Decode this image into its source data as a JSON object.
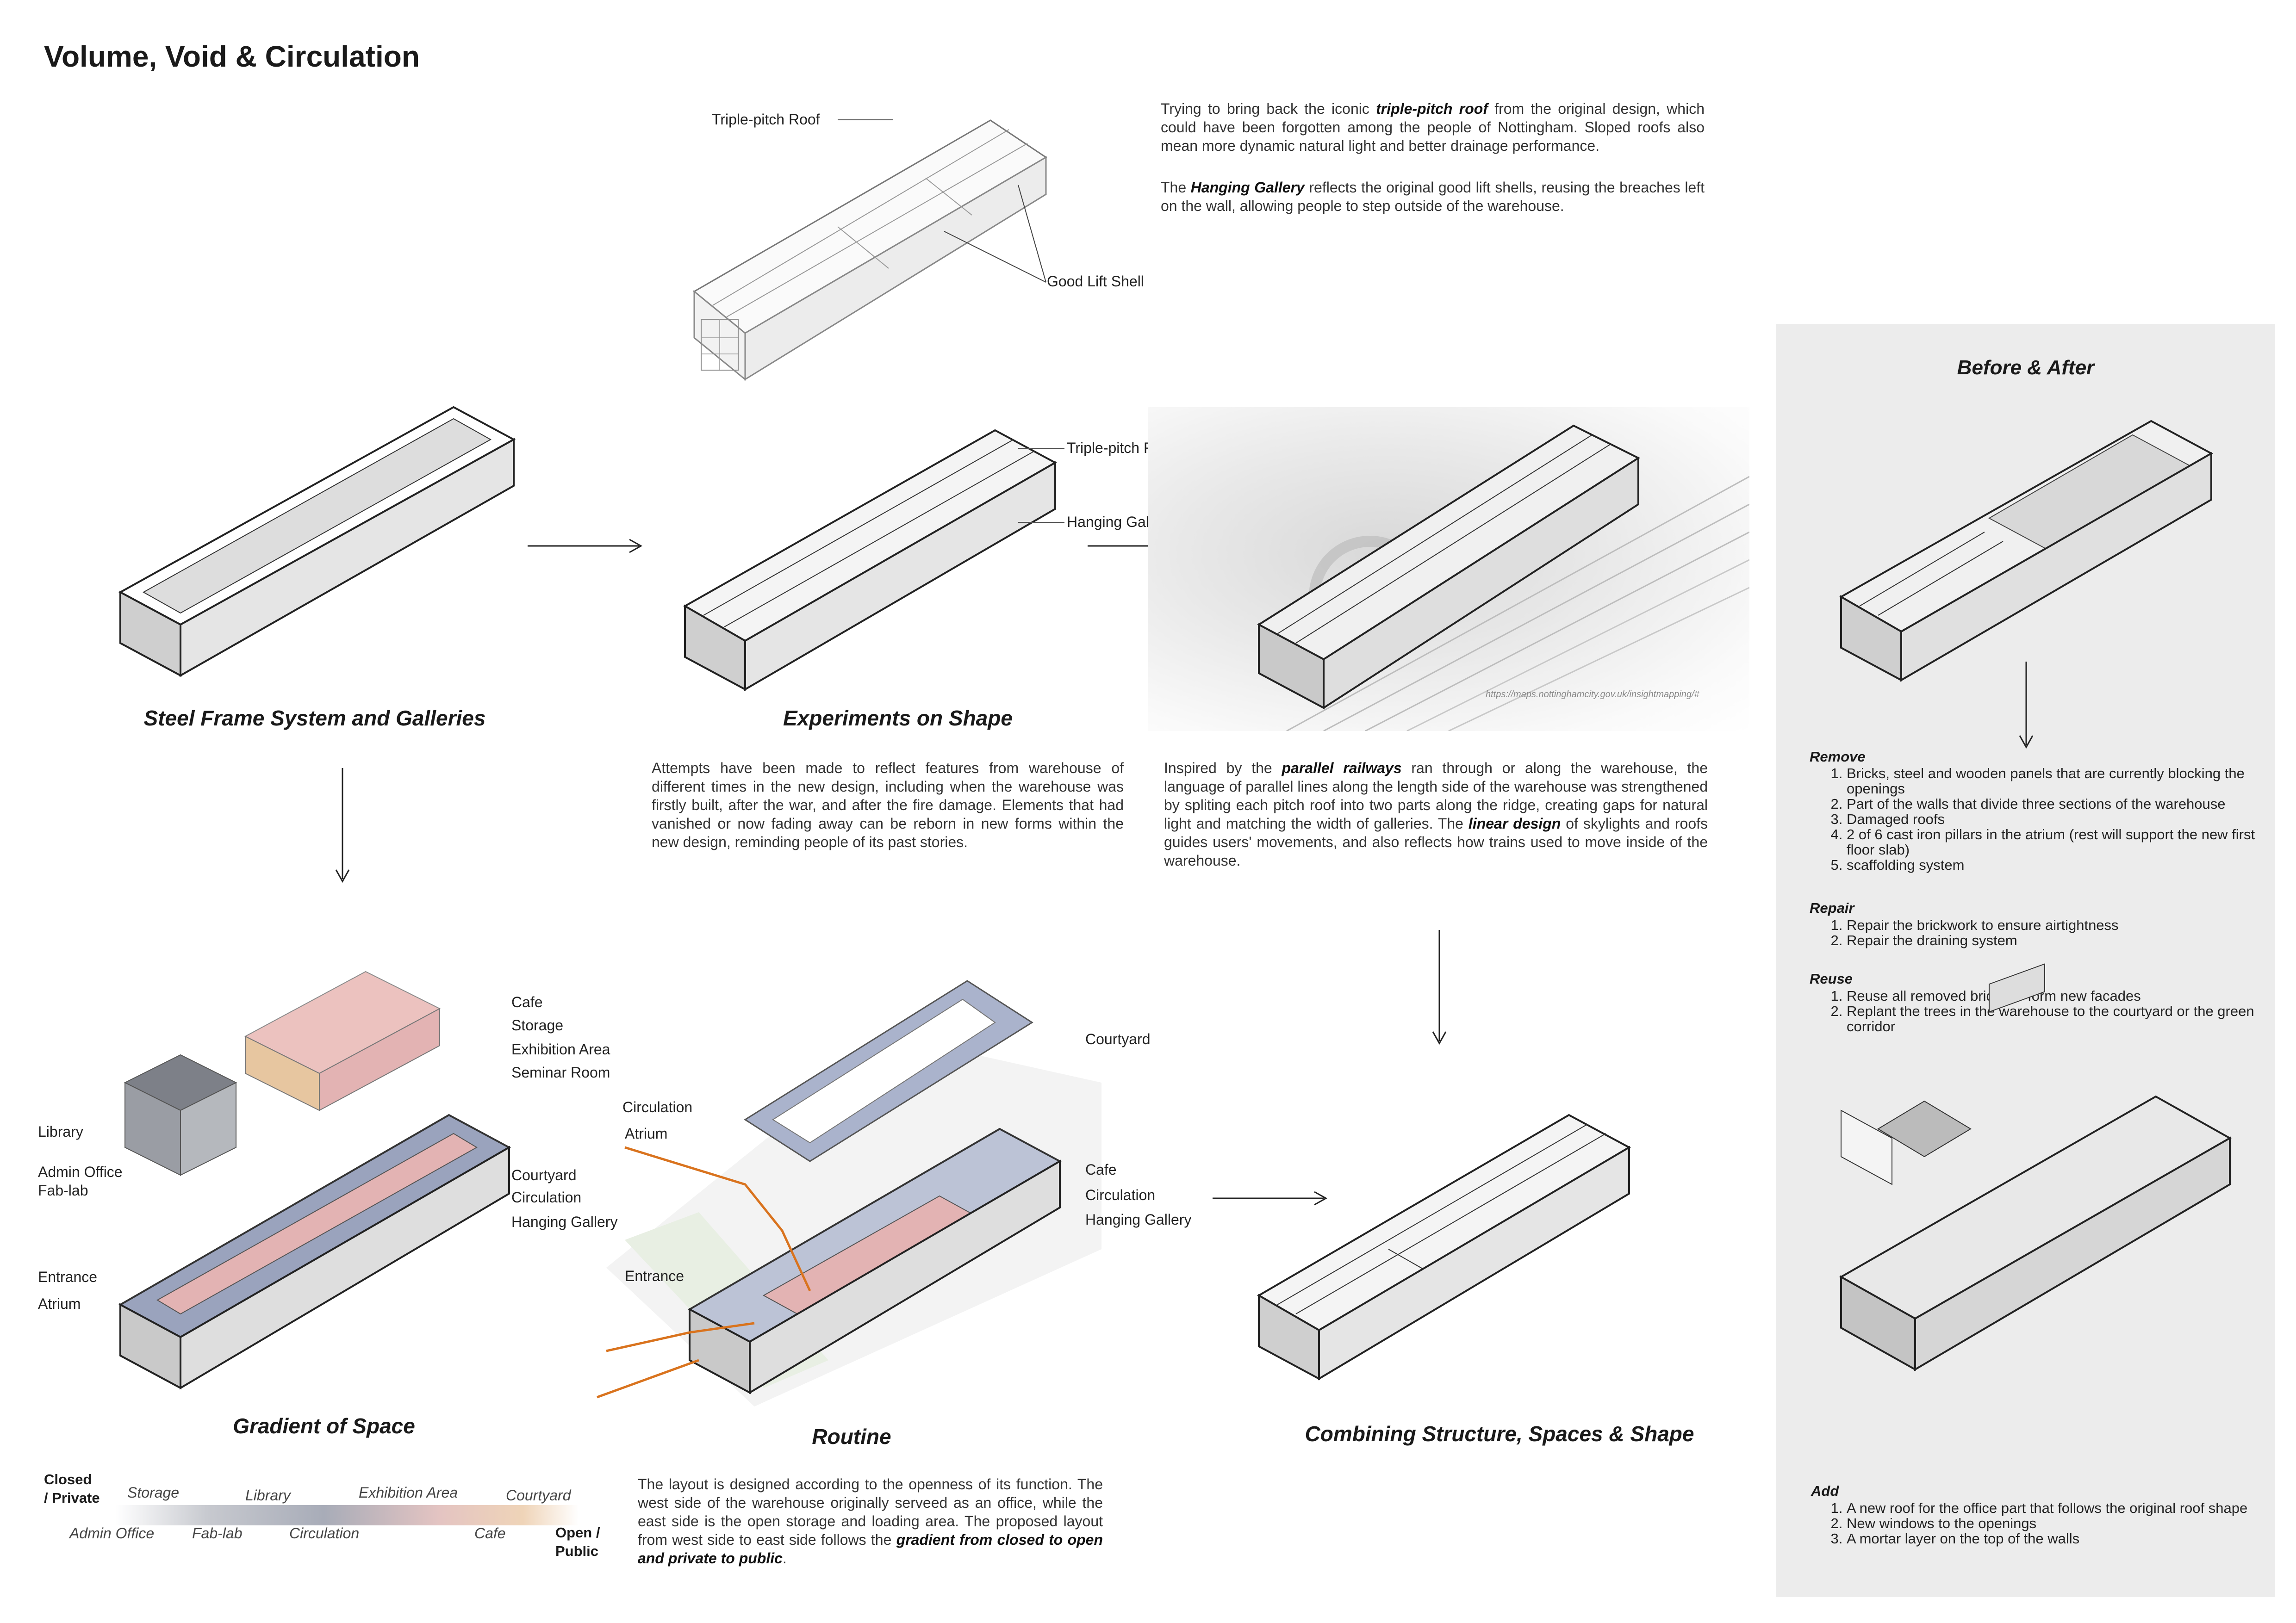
{
  "title": "Volume, Void & Circulation",
  "top_diagram": {
    "label_roof": "Triple-pitch Roof",
    "label_lift": "Good Lift Shell",
    "para1_pre": "Trying to bring back the iconic ",
    "para1_bold": "triple-pitch roof",
    "para1_post": " from the original design, which could have been forgotten among the people of Nottingham. Sloped roofs also mean more dynamic natural light and better drainage performance.",
    "para2_pre": "The ",
    "para2_bold": "Hanging Gallery",
    "para2_post": " reflects the original good lift shells, reusing the breaches left on the wall, allowing people to step outside of the warehouse."
  },
  "row1": {
    "steel_title": "Steel Frame System and Galleries",
    "shape_title": "Experiments on Shape",
    "shape_label_roof": "Triple-pitch Roof",
    "shape_label_gallery": "Hanging Gallery",
    "map_source": "https://maps.nottinghamcity.gov.uk/insightmapping/#",
    "shape_para": "Attempts have been made to reflect features from warehouse of different times in the new design, including when the warehouse was firstly built, after the war, and after the fire damage. Elements that had vanished or now fading away can be reborn in new forms within the new design, reminding people of its past stories.",
    "rail_para_pre": "Inspired by the ",
    "rail_para_bold1": "parallel railways",
    "rail_para_mid": " ran through or along the warehouse, the language of parallel lines along the length side of the warehouse was strengthened by spliting each pitch roof into two parts along the ridge, creating gaps for natural light and matching the width of galleries. The ",
    "rail_para_bold2": "linear design",
    "rail_para_post": " of skylights and roofs guides users' movements, and also reflects how trains used to move inside of the warehouse."
  },
  "gradient": {
    "title": "Gradient of Space",
    "labels": {
      "cafe": "Cafe",
      "storage": "Storage",
      "exhibition": "Exhibition Area",
      "seminar": "Seminar Room",
      "library": "Library",
      "admin": "Admin Office",
      "fablab": "Fab-lab",
      "courtyard": "Courtyard",
      "circulation": "Circulation",
      "hanging": "Hanging Gallery",
      "entrance": "Entrance",
      "atrium": "Atrium"
    }
  },
  "routine": {
    "title": "Routine",
    "labels": {
      "courtyard": "Courtyard",
      "circulation": "Circulation",
      "atrium": "Atrium",
      "cafe": "Cafe",
      "circulation2": "Circulation",
      "hanging": "Hanging Gallery",
      "entrance": "Entrance"
    },
    "para_pre": "The layout is designed according to the openness of its function. The west side of the warehouse originally serveed as an office, while the east side is the open storage and loading area. The proposed layout from west side to east side follows the ",
    "para_bold": "gradient from closed to open and private to public",
    "para_post": "."
  },
  "combining": {
    "title": "Combining Structure, Spaces & Shape"
  },
  "legend": {
    "left_line1": "Closed",
    "left_line2": "/ Private",
    "right_line1": "Open /",
    "right_line2": "Public",
    "top": [
      "Storage",
      "Library",
      "Exhibition Area",
      "Courtyard"
    ],
    "bottom": [
      "Admin Office",
      "Fab-lab",
      "Circulation",
      "Cafe"
    ]
  },
  "before_after": {
    "title": "Before & After",
    "remove_h": "Remove",
    "remove": [
      "Bricks, steel and wooden panels that are currently blocking the openings",
      "Part of the walls that divide three sections of the warehouse",
      "Damaged roofs",
      "2 of 6 cast iron pillars in the atrium (rest will support the new first floor slab)",
      "scaffolding system"
    ],
    "repair_h": "Repair",
    "repair": [
      "Repair the brickwork to ensure airtightness",
      "Repair the draining system"
    ],
    "reuse_h": "Reuse",
    "reuse": [
      "Reuse all removed bricks to form new facades",
      "Replant the trees in the warehouse to the courtyard or the green corridor"
    ],
    "add_h": "Add",
    "add": [
      "A new roof for the office part that follows the original roof shape",
      "New windows to the openings",
      "A mortar layer on the top of the walls"
    ]
  },
  "colors": {
    "circulation": "#8c96b4",
    "exhibition": "#e3b3b3",
    "cafe": "#e7c6a0",
    "library": "#8a8d94",
    "route": "#d9731e",
    "panel": "#ececec"
  }
}
